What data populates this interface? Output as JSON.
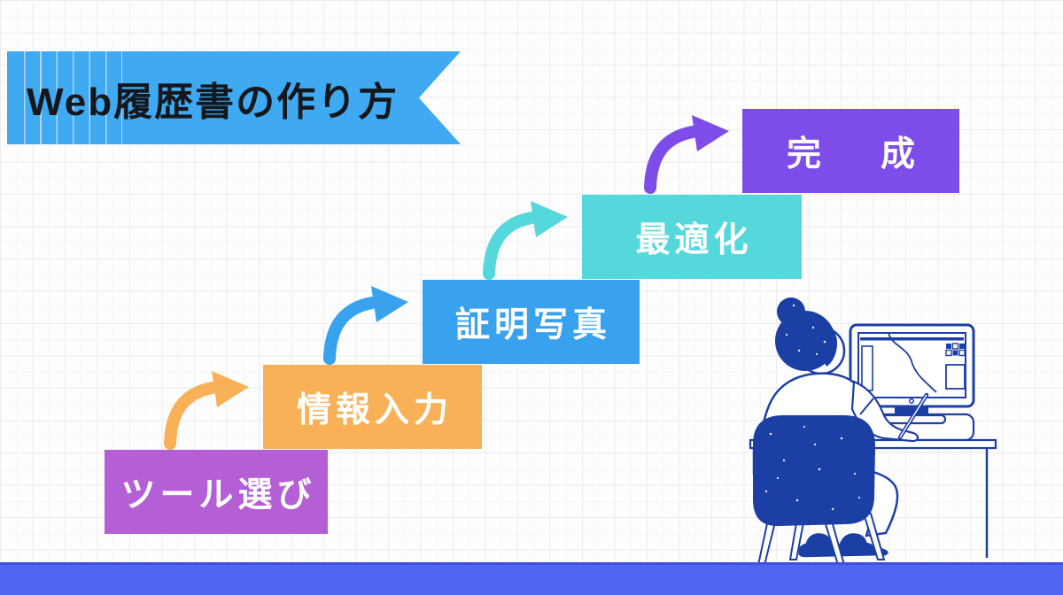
{
  "title": {
    "text": "Web履歴書の作り方",
    "banner_color": "#3fa9f1",
    "text_color": "#14171c"
  },
  "steps": [
    {
      "label": "ツール選び",
      "color": "#b55fd6"
    },
    {
      "label": "情報入力",
      "color": "#f9b157"
    },
    {
      "label": "証明写真",
      "color": "#38a2ee"
    },
    {
      "label": "最適化",
      "color": "#54d8db"
    },
    {
      "label": "完　成",
      "color": "#7d4ce9"
    }
  ],
  "footer": {
    "bar_color": "#5065f0"
  },
  "illustration": {
    "name": "person-drawing-at-computer-desk",
    "ink_color": "#1c3fa6"
  }
}
